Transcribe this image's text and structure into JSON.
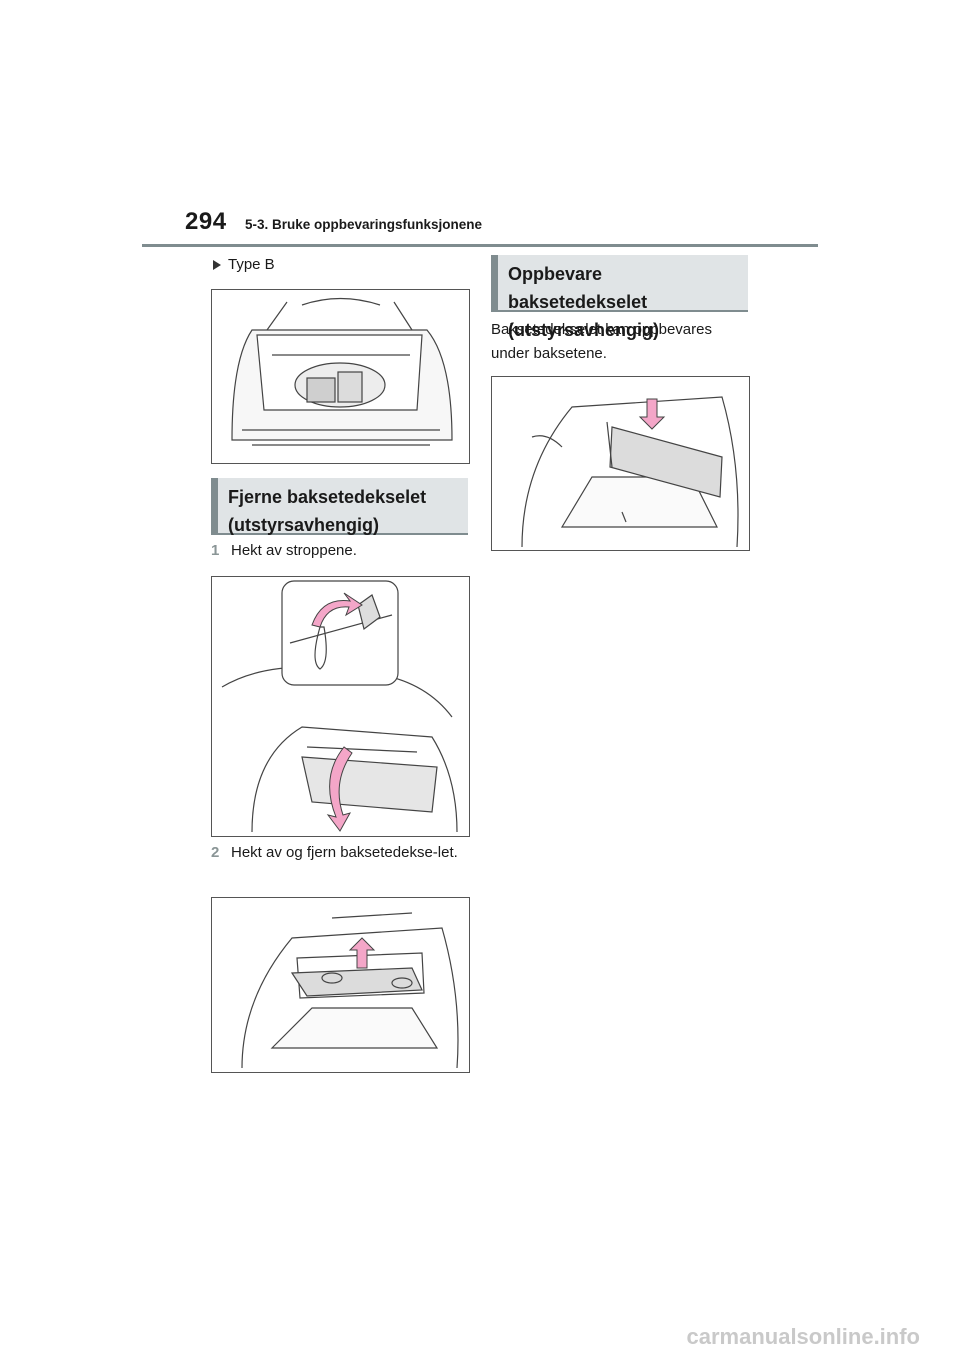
{
  "header": {
    "page_number": "294",
    "section_title": "5-3. Bruke oppbevaringsfunksjonene"
  },
  "left_column": {
    "type_label": "Type B",
    "remove_heading": "Fjerne baksetedekselet (utstyrsavhengig)",
    "steps": [
      {
        "number": "1",
        "text": "Hekt av stroppene."
      },
      {
        "number": "2",
        "text": "Hekt av og fjern baksetedekse-let."
      }
    ]
  },
  "right_column": {
    "store_heading": "Oppbevare baksetedekselet (utstyrsavhengig)",
    "body": "Baksetedekselet kan oppbevares under baksetene."
  },
  "colors": {
    "rule": "#7f8c8f",
    "heading_bg": "#e0e4e6",
    "arrow_pink": "#f4a6c8"
  },
  "icons": {
    "bullet": "triangle-right-icon",
    "arrows": [
      "curved-arrow-up-icon",
      "curved-arrow-down-icon",
      "arrow-up-icon",
      "arrow-down-icon"
    ]
  },
  "footer": {
    "watermark": "carmanualsonline.info"
  }
}
